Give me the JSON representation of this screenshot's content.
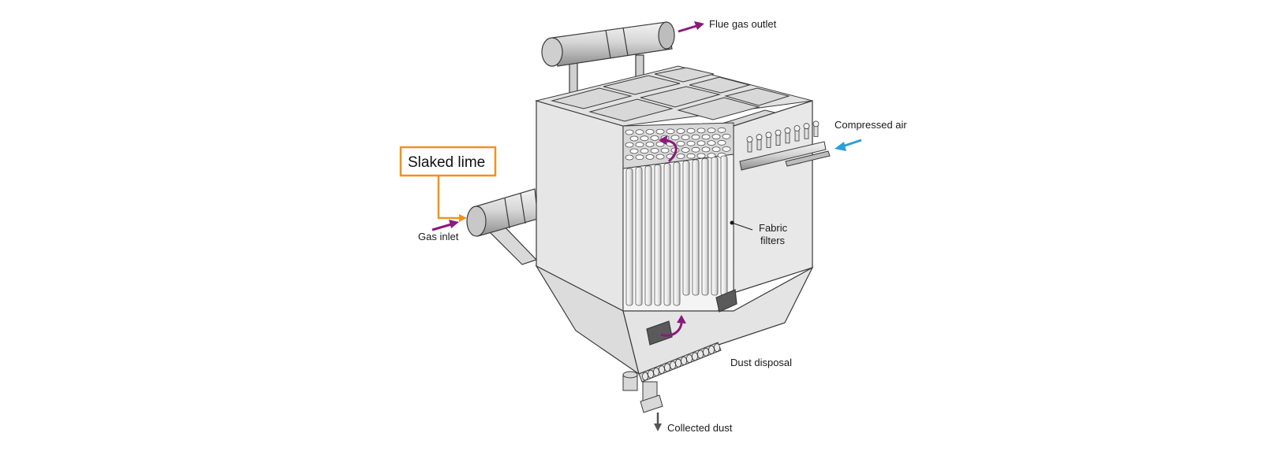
{
  "labels": {
    "flue_gas_outlet": "Flue gas outlet",
    "compressed_air": "Compressed air",
    "slaked_lime": "Slaked lime",
    "gas_inlet": "Gas inlet",
    "fabric_filters_line1": "Fabric",
    "fabric_filters_line2": "filters",
    "dust_disposal": "Dust disposal",
    "collected_dust": "Collected dust"
  },
  "colors": {
    "flow_arrow": "#8b1a7a",
    "air_arrow": "#2a9fd8",
    "highlight_box": "#f0921e",
    "outline": "#3a3a3a",
    "dust_arrow": "#555555"
  }
}
